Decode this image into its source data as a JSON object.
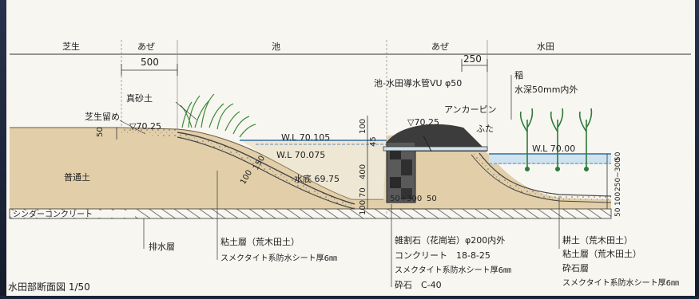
{
  "zones": {
    "shiba": "芝生",
    "aze_left": "あぜ",
    "ike": "池",
    "aze_right": "あぜ",
    "suiden": "水田"
  },
  "top_labels": {
    "dim_500": "500",
    "dim_250": "250",
    "masago": "真砂土",
    "shiba_dome": "芝生留め",
    "elev_left": "▽70.25",
    "pipe": "池-水田導水管VU φ50",
    "anchor_pin": "アンカーピン",
    "lid": "ふた",
    "elev_mid": "▽70.25",
    "rice": "稲",
    "depth": "水深50mm内外"
  },
  "section_labels": {
    "wl_pond": "W.L 70.105",
    "wl_pond2": "W.L 70.075",
    "bottom": "水底 69.75",
    "wl_paddy": "W.L 70.00",
    "futsudo": "普通土",
    "cinder": "シンダーコンクリート",
    "d100": "100",
    "d45": "45",
    "d400": "400",
    "d150": "150",
    "d70": "70",
    "d100b": "100",
    "d100c": "100",
    "d50": "50",
    "d300": "50+300",
    "d50b": "50",
    "d50left": "50",
    "dr50": "50",
    "dr250": "250~300",
    "dr100": "100",
    "dr50b": "50",
    "d100s": "100"
  },
  "bottom_labels": {
    "haisui": "排水層",
    "nendo": "粘土層（荒木田土）",
    "sheet1": "スメクタイト系防水シート厚6㎜",
    "warishi": "雑割石（花崗岩）φ200内外",
    "concrete": "コンクリート　18-8-25",
    "sheet2": "スメクタイト系防水シート厚6㎜",
    "saiseki": "砕石　C-40",
    "kosaku": "耕土（荒木田土）",
    "nendo2": "粘土層（荒木田土）",
    "saiseki2": "砕石層",
    "sheet3": "スメクタイト系防水シート厚6㎜"
  },
  "caption": "水田部断面図 1/50"
}
